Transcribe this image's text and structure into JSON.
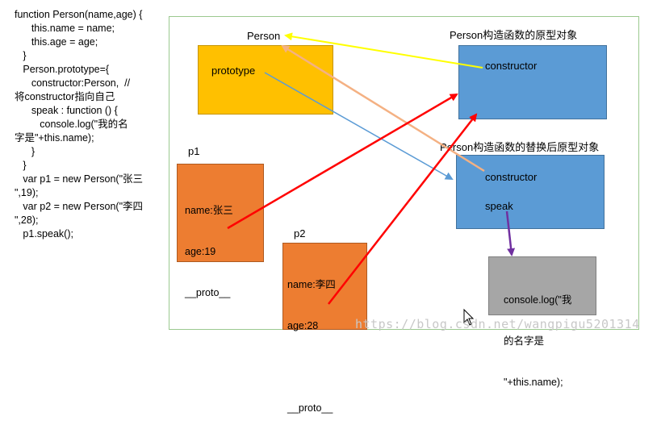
{
  "code_lines": [
    "function Person(name,age) {",
    "      this.name = name;",
    "      this.age = age;",
    "   }",
    "   Person.prototype={",
    "      constructor:Person,  //",
    "将constructor指向自己",
    "      speak : function () {",
    "         console.log(\"我的名",
    "字是\"+this.name);",
    "      }",
    "   }",
    "   var p1 = new Person(\"张三",
    "\",19);",
    "   var p2 = new Person(\"李四",
    "\",28);",
    "   p1.speak();"
  ],
  "diagram": {
    "person_label": "Person",
    "prototype_text": "prototype",
    "orig_proto_label": "Person构造函数的原型对象",
    "orig_constructor": "constructor",
    "new_proto_label": "Person构造函数的替换后原型对象",
    "new_constructor": "constructor",
    "new_speak": "speak",
    "p1_label": "p1",
    "p1_name": "name:张三",
    "p1_age": "age:19",
    "p1_proto": "__proto__",
    "p2_label": "p2",
    "p2_name": "name:李四",
    "p2_age": "age:28",
    "p2_proto": "__proto__",
    "console_line1": "console.log(\"我",
    "console_line2": "的名字是",
    "console_line3": "\"+this.name);"
  },
  "watermark": "https://blog.csdn.net/wangpigu5201314",
  "colors": {
    "person_box": "#ffc000",
    "proto_box": "#5b9bd5",
    "instance_box": "#ed7d31",
    "console_box": "#a6a6a6",
    "arrow_red": "#ff0000",
    "arrow_yellow": "#ffff00",
    "arrow_peach": "#f4b183",
    "arrow_blue": "#5b9bd5",
    "arrow_purple": "#7030a0"
  }
}
